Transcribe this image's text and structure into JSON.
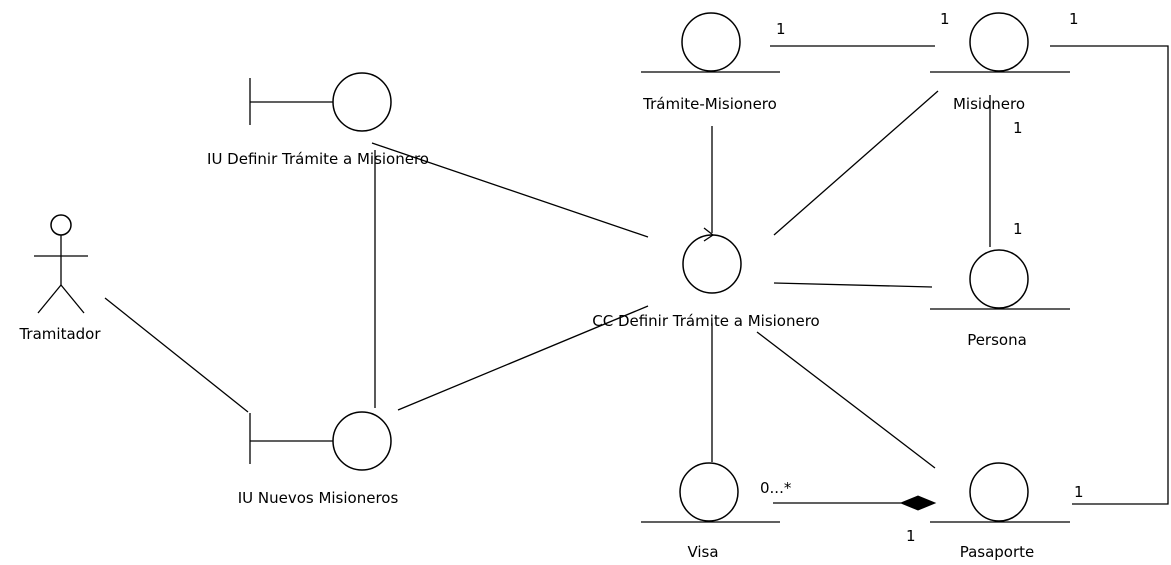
{
  "actors": [
    {
      "id": "tramitador",
      "label": "Tramitador"
    }
  ],
  "boundaries": [
    {
      "id": "iu-definir",
      "label": "IU Definir Trámite a Misionero"
    },
    {
      "id": "iu-nuevos",
      "label": "IU Nuevos Misioneros"
    }
  ],
  "controls": [
    {
      "id": "cc-definir",
      "label": "CC Definir Trámite a Misionero"
    }
  ],
  "entities": [
    {
      "id": "tramite-misionero",
      "label": "Trámite-Misionero"
    },
    {
      "id": "misionero",
      "label": "Misionero"
    },
    {
      "id": "persona",
      "label": "Persona"
    },
    {
      "id": "visa",
      "label": "Visa"
    },
    {
      "id": "pasaporte",
      "label": "Pasaporte"
    }
  ],
  "multiplicities": {
    "tramite_misionero_to_misionero": "1",
    "misionero_left": "1",
    "misionero_right": "1",
    "misionero_to_persona": "1",
    "persona_top": "1",
    "visa_to_pasaporte": "0...*",
    "pasaporte_from_visa": "1",
    "pasaporte_to_misionero": "1"
  }
}
